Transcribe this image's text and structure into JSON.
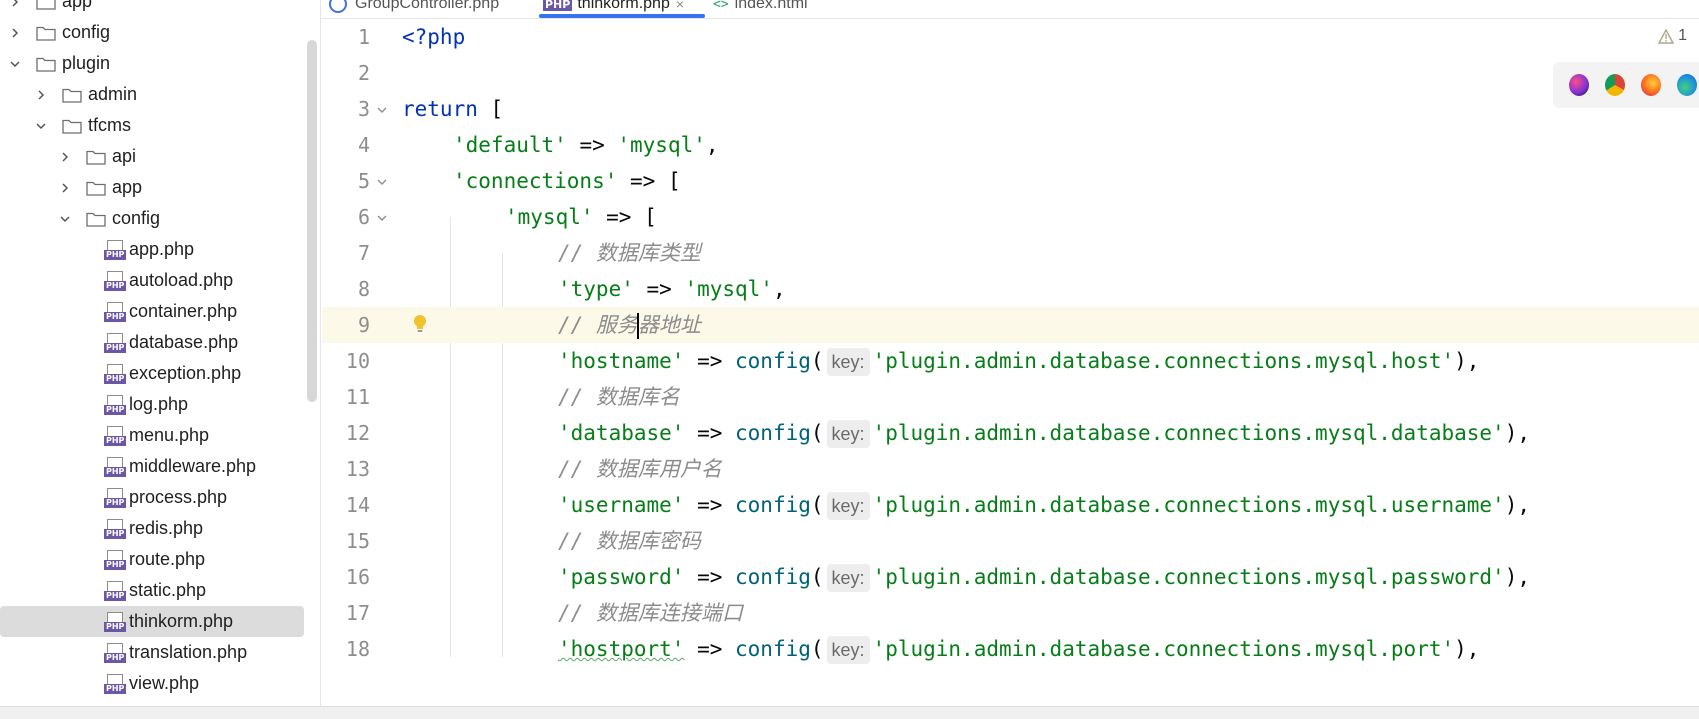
{
  "project": {
    "items": [
      {
        "label": "app",
        "indent": 0,
        "type": "folder",
        "expanded": false
      },
      {
        "label": "config",
        "indent": 0,
        "type": "folder",
        "expanded": false
      },
      {
        "label": "plugin",
        "indent": 0,
        "type": "folder",
        "expanded": true
      },
      {
        "label": "admin",
        "indent": 1,
        "type": "folder",
        "expanded": false
      },
      {
        "label": "tfcms",
        "indent": 1,
        "type": "folder",
        "expanded": true
      },
      {
        "label": "api",
        "indent": 2,
        "type": "folder",
        "expanded": false
      },
      {
        "label": "app",
        "indent": 2,
        "type": "folder",
        "expanded": false
      },
      {
        "label": "config",
        "indent": 2,
        "type": "folder",
        "expanded": true
      },
      {
        "label": "app.php",
        "indent": 3,
        "type": "php"
      },
      {
        "label": "autoload.php",
        "indent": 3,
        "type": "php"
      },
      {
        "label": "container.php",
        "indent": 3,
        "type": "php"
      },
      {
        "label": "database.php",
        "indent": 3,
        "type": "php"
      },
      {
        "label": "exception.php",
        "indent": 3,
        "type": "php"
      },
      {
        "label": "log.php",
        "indent": 3,
        "type": "php"
      },
      {
        "label": "menu.php",
        "indent": 3,
        "type": "php"
      },
      {
        "label": "middleware.php",
        "indent": 3,
        "type": "php"
      },
      {
        "label": "process.php",
        "indent": 3,
        "type": "php"
      },
      {
        "label": "redis.php",
        "indent": 3,
        "type": "php"
      },
      {
        "label": "route.php",
        "indent": 3,
        "type": "php"
      },
      {
        "label": "static.php",
        "indent": 3,
        "type": "php"
      },
      {
        "label": "thinkorm.php",
        "indent": 3,
        "type": "php",
        "selected": true
      },
      {
        "label": "translation.php",
        "indent": 3,
        "type": "php"
      },
      {
        "label": "view.php",
        "indent": 3,
        "type": "php"
      }
    ]
  },
  "tabs": [
    {
      "label": "GroupController.php",
      "icon": "php-class-icon"
    },
    {
      "label": "thinkorm.php",
      "icon": "php-file-icon",
      "active": true,
      "close": "×"
    },
    {
      "label": "index.html",
      "icon": "html-icon"
    }
  ],
  "editor": {
    "inspection_count": "1",
    "hint_key": "key:",
    "line_numbers": [
      "1",
      "2",
      "3",
      "4",
      "5",
      "6",
      "7",
      "8",
      "9",
      "10",
      "11",
      "12",
      "13",
      "14",
      "15",
      "16",
      "17",
      "18"
    ],
    "lines": {
      "l1": "<?php",
      "l3_kw": "return",
      "l3_rest": " [",
      "l4_key": "'default'",
      "l4_op": " => ",
      "l4_val": "'mysql'",
      "l4_end": ",",
      "l5_key": "'connections'",
      "l5_op": " => [",
      "l6_key": "'mysql'",
      "l6_op": " => [",
      "l7": "// 数据库类型",
      "l8_key": "'type'",
      "l8_op": " => ",
      "l8_val": "'mysql'",
      "l8_end": ",",
      "l9_a": "// 服务",
      "l9_b": "器地址",
      "l10_key": "'hostname'",
      "l10_val": "'plugin.admin.database.connections.mysql.host'",
      "l11": "// 数据库名",
      "l12_key": "'database'",
      "l12_val": "'plugin.admin.database.connections.mysql.database'",
      "l13": "// 数据库用户名",
      "l14_key": "'username'",
      "l14_val": "'plugin.admin.database.connections.mysql.username'",
      "l15": "// 数据库密码",
      "l16_key": "'password'",
      "l16_val": "'plugin.admin.database.connections.mysql.password'",
      "l17": "// 数据库连接端口",
      "l18_key": "'hostport'",
      "l18_val": "'plugin.admin.database.connections.mysql.port'",
      "arrow": " => ",
      "func": "config",
      "paren_open": "(",
      "paren_close": "),"
    }
  },
  "browsers": [
    "phpstorm-icon",
    "chrome-icon",
    "firefox-icon",
    "edge-icon"
  ],
  "colors": {
    "keyword": "#0033b3",
    "string": "#067d17",
    "function": "#00627a",
    "comment": "#8c8c8c",
    "accent": "#3574f0",
    "current_line": "#fdf9e9"
  }
}
